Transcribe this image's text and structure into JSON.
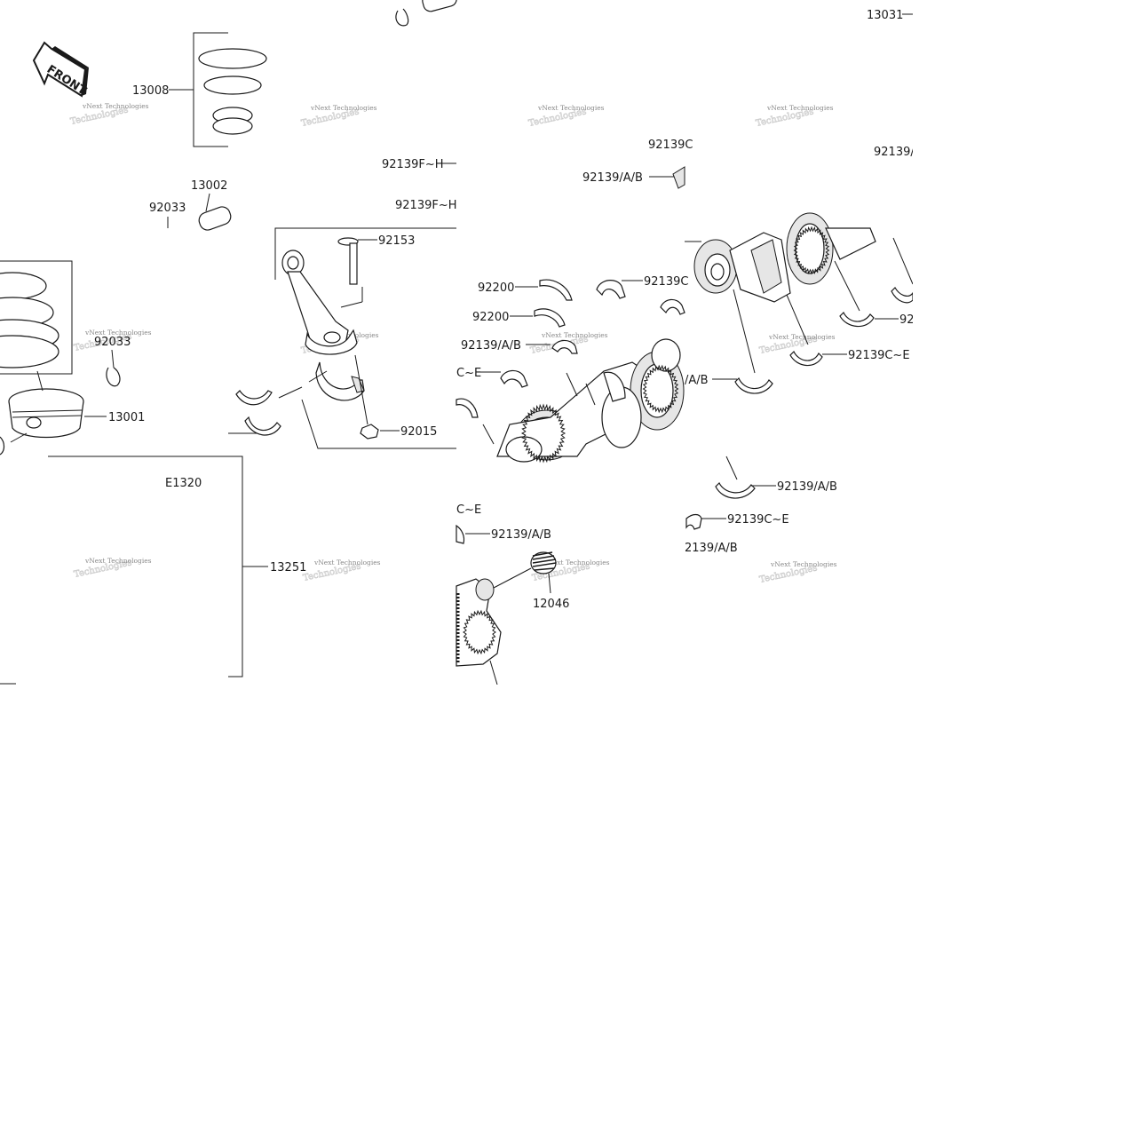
{
  "diagram": {
    "front_badge": "FRONT",
    "watermark": "vNext Technologies",
    "section_code": "E1320",
    "part_labels": [
      {
        "id": "p13031",
        "text": "13031"
      },
      {
        "id": "p13008",
        "text": "13008"
      },
      {
        "id": "p13002",
        "text": "13002"
      },
      {
        "id": "p92033a",
        "text": "92033"
      },
      {
        "id": "p92033b",
        "text": "92033"
      },
      {
        "id": "p13001",
        "text": "13001"
      },
      {
        "id": "p92139fh1",
        "text": "92139F~H"
      },
      {
        "id": "p92139fh2",
        "text": "92139F~H"
      },
      {
        "id": "p92153",
        "text": "92153"
      },
      {
        "id": "p92015",
        "text": "92015"
      },
      {
        "id": "p92139c_top",
        "text": "92139C"
      },
      {
        "id": "p92139ab_top",
        "text": "92139/A/B"
      },
      {
        "id": "p92139_topright",
        "text": "92139/"
      },
      {
        "id": "p92200a",
        "text": "92200"
      },
      {
        "id": "p92200b",
        "text": "92200"
      },
      {
        "id": "p92139c_mid",
        "text": "92139C"
      },
      {
        "id": "p92139ab_mid",
        "text": "92139/A/B"
      },
      {
        "id": "pce_mid",
        "text": "C~E"
      },
      {
        "id": "pab_mid",
        "text": "/A/B"
      },
      {
        "id": "p92_right",
        "text": "92"
      },
      {
        "id": "p92139ce_right",
        "text": "92139C~E"
      },
      {
        "id": "p13251",
        "text": "13251"
      },
      {
        "id": "pce_low",
        "text": "C~E"
      },
      {
        "id": "p92139ab_low",
        "text": "92139/A/B"
      },
      {
        "id": "p12046",
        "text": "12046"
      },
      {
        "id": "p92139ab_r1",
        "text": "92139/A/B"
      },
      {
        "id": "p92139ce_r2",
        "text": "92139C~E"
      },
      {
        "id": "p2139ab_r3",
        "text": "2139/A/B"
      }
    ]
  }
}
